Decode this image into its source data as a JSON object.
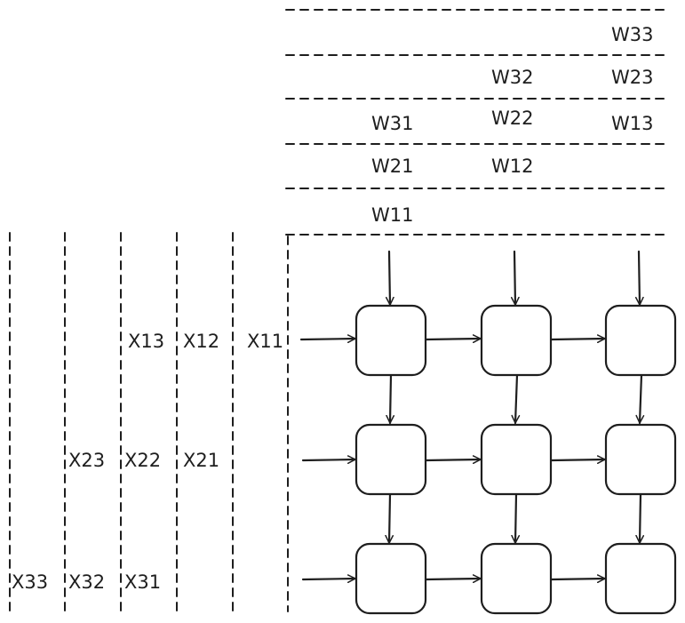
{
  "weights": {
    "w33": "W33",
    "w32": "W32",
    "w23": "W23",
    "w31": "W31",
    "w22": "W22",
    "w13": "W13",
    "w21": "W21",
    "w12": "W12",
    "w11": "W11"
  },
  "inputs": {
    "x11": "X11",
    "x12": "X12",
    "x13": "X13",
    "x21": "X21",
    "x22": "X22",
    "x23": "X23",
    "x31": "X31",
    "x32": "X32",
    "x33": "X33"
  },
  "colors": {
    "stroke": "#1e1e1e",
    "background": "#ffffff"
  }
}
